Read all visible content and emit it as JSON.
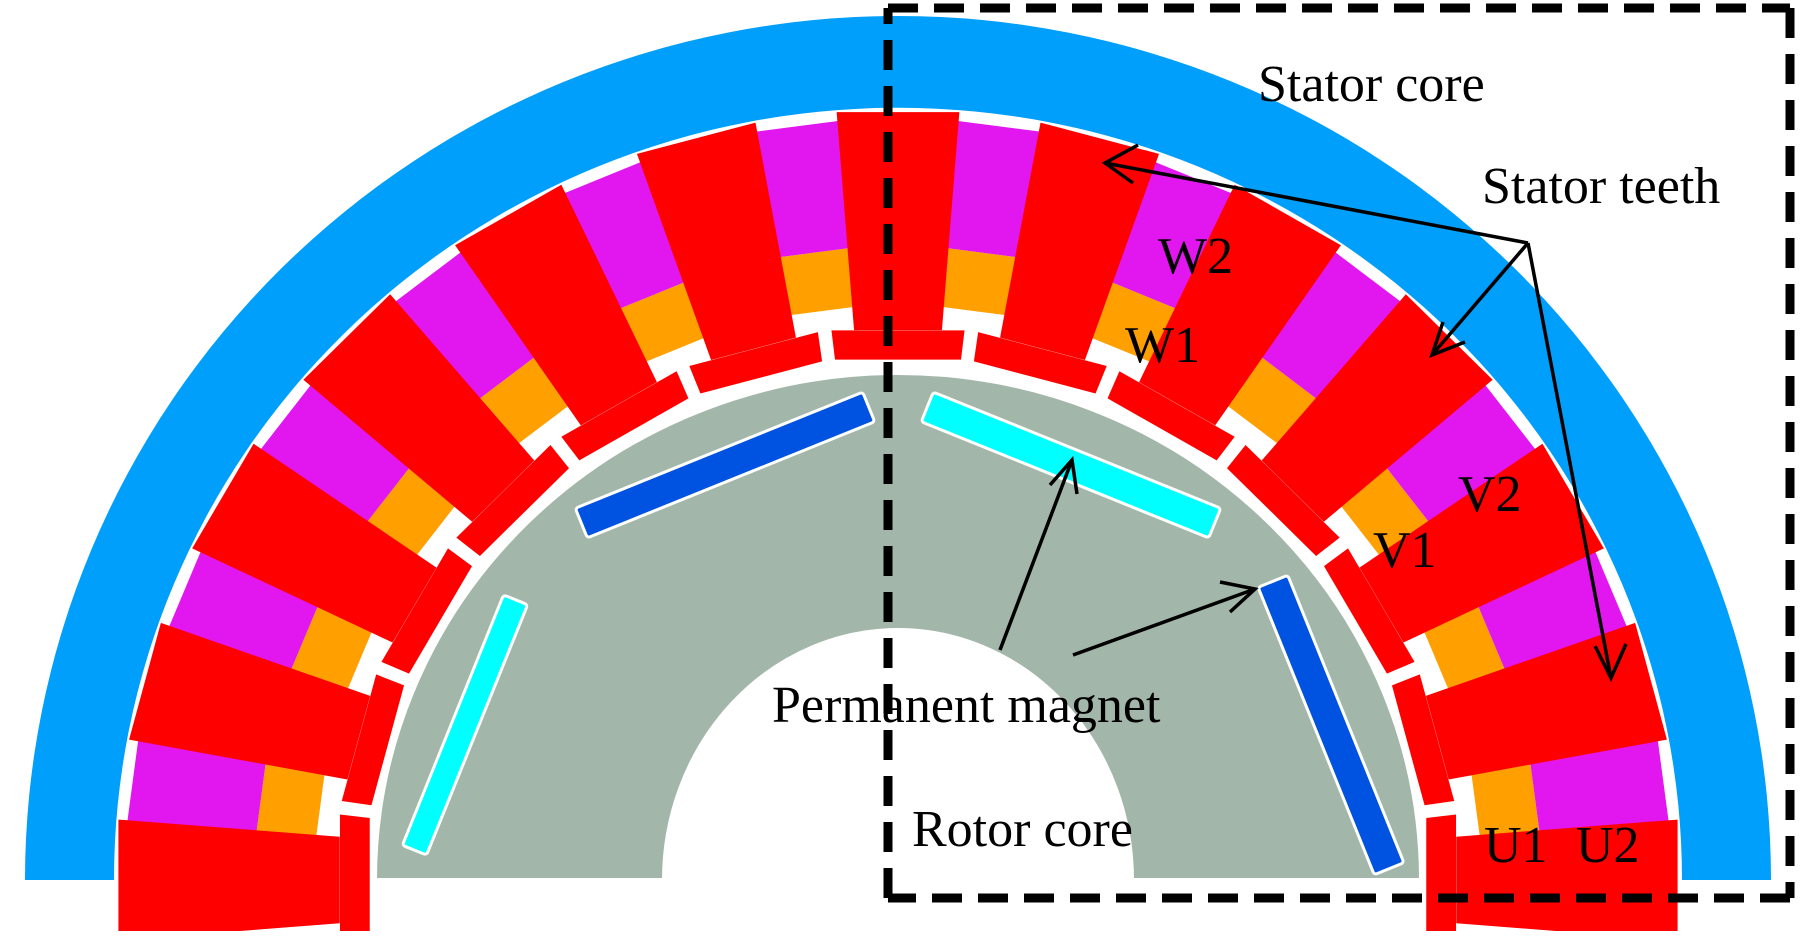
{
  "labels": {
    "stator_core": "Stator core",
    "stator_teeth": "Stator teeth",
    "permanent_magnet": "Permanent magnet",
    "rotor_core": "Rotor core"
  },
  "coil_labels": {
    "w2": "W2",
    "w1": "W1",
    "v2": "V2",
    "v1": "V1",
    "u1": "U1",
    "u2": "U2"
  },
  "colors": {
    "stator_core": "#009ffb",
    "stator_tooth": "#ff0000",
    "coil_outer": "#e216ef",
    "coil_inner": "#ff9f00",
    "rotor_core": "#a2b6a9",
    "magnet_light": "#00ffff",
    "magnet_dark": "#0052e0",
    "slot_gap": "#ffffff",
    "annotation": "#000000"
  }
}
